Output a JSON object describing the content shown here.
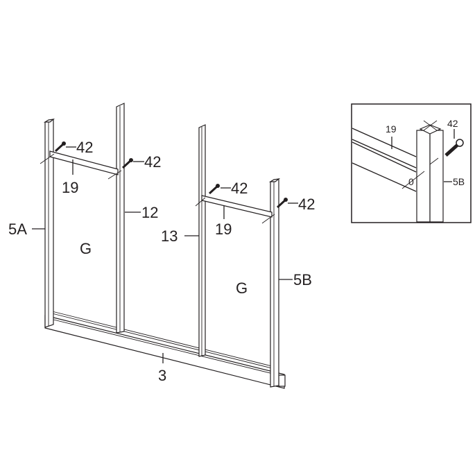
{
  "main_diagram": {
    "labels": {
      "screw_1": "42",
      "screw_2": "42",
      "screw_3": "42",
      "screw_4": "42",
      "beam_left": "19",
      "beam_right": "19",
      "post_left": "5A",
      "post_right": "5B",
      "post_middle_left": "12",
      "post_middle_right": "13",
      "panel_left": "G",
      "panel_right": "G",
      "bottom_rail": "3"
    }
  },
  "detail_inset": {
    "labels": {
      "beam": "19",
      "screw": "42",
      "hole": "0",
      "post": "5B"
    }
  },
  "colors": {
    "line": "#231f20",
    "background": "#ffffff"
  }
}
